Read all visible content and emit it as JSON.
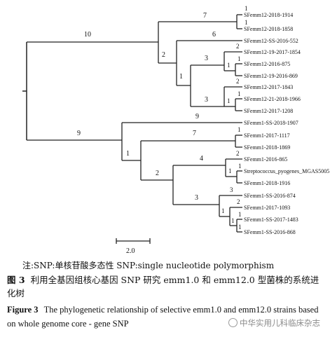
{
  "tree": {
    "leaves": [
      "SFemm12-2018-1914",
      "SFemm12-2018-1858",
      "SFemm12-SS-2016-552",
      "SFemm12-19-2017-1854",
      "SFemm12-2016-875",
      "SFemm12-19-2016-869",
      "SFemm12-2017-1843",
      "SFemm12-21-2018-1966",
      "SFemm12-2017-1208",
      "SFemm1-SS-2018-1907",
      "SFemm1-2017-1117",
      "SFemm1-2018-1869",
      "SFemm1-2016-865",
      "Streptococcus_pyogenes_MGAS5005",
      "SFemm1-2018-1916",
      "SFemm1-SS-2016-874",
      "SFemm1-2017-1093",
      "SFemm1-SS-2017-1483",
      "SFemm1-SS-2016-868"
    ],
    "branch_labels": {
      "root_upper": "10",
      "root_lower": "9",
      "c1_upper": "7",
      "c1_lower": "2",
      "c1_pair": "1",
      "c1_pair_b": "1",
      "c2_leaf": "6",
      "c2_lower": "1",
      "c3_upper": "3",
      "c3_lower": "3",
      "c4_upper": "2",
      "c4_upper_b": "1",
      "c4_inner": "1",
      "c5_upper": "2",
      "c5_inner": "1",
      "c5_inner_b": "1",
      "d1_upper": "9",
      "d1_lower": "1",
      "d2_upper": "7",
      "d2_lower": "2",
      "d2_pair": "1",
      "d3_upper": "4",
      "d3_lower": "3",
      "d4_upper": "2",
      "d4_inner": "1",
      "d4_inner_b": "1",
      "d5_upper": "3",
      "d5_mid": "2",
      "d5_inner": "1",
      "d5_inner_b": "1",
      "d5_inner_c": "1",
      "d5_inner_d": "1"
    },
    "scale_bar": "2.0"
  },
  "note": "注:SNP:单核苷酸多态性   SNP:single nucleotide polymorphism",
  "caption_cn": {
    "label": "图 3",
    "text": "利用全基因组核心基因 SNP 研究 emm1.0 和 emm12.0 型菌株的系统进化树"
  },
  "caption_en": {
    "label": "Figure 3",
    "text": "The phylogenetic relationship of selective emm1.0 and emm12.0 strains based on whole genome core - gene SNP"
  },
  "watermark": "中华实用儿科临床杂志"
}
